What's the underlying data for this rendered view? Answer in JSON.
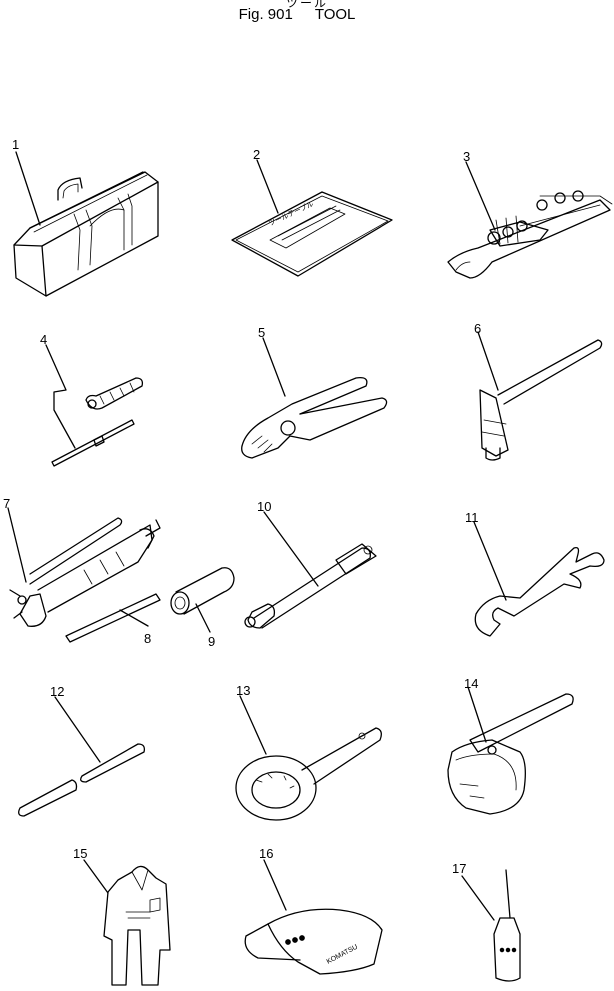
{
  "title": {
    "japanese": "ツール",
    "figure": "Fig. 901",
    "name": "TOOL"
  },
  "callouts": [
    "1",
    "2",
    "3",
    "4",
    "5",
    "6",
    "7",
    "8",
    "9",
    "10",
    "11",
    "12",
    "13",
    "14",
    "15",
    "16",
    "17"
  ],
  "item_texts": {
    "manual_label": "ツールテーブル",
    "cap_brand": "KOMATSU"
  }
}
